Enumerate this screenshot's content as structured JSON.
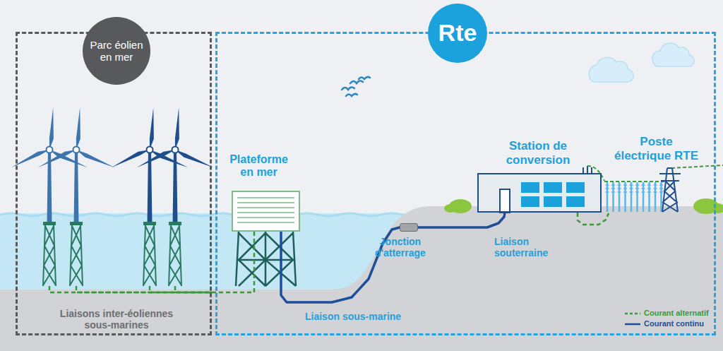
{
  "diagram": {
    "nodes": [
      {
        "text": [
          "Parc éolien en mer"
        ]
      },
      {
        "text": [
          "Rte"
        ]
      },
      {
        "text": [
          "Plateforme en mer"
        ],
        "in": 1
      },
      {
        "text": [
          "Jonction d'atterrage"
        ],
        "in": 1
      },
      {
        "text": [
          "Station de conversion"
        ],
        "in": 1
      },
      {
        "text": [
          "Poste électrique RTE"
        ],
        "in": 1
      }
    ],
    "edges": [
      {
        "from": 0,
        "to": 2,
        "arrow": "none"
      },
      {
        "from": 2,
        "to": 3,
        "label": "Liaison sous-marine",
        "arrow": "none"
      },
      {
        "from": 3,
        "to": 4,
        "label": "Liaison souterraine",
        "arrow": "none"
      },
      {
        "from": 4,
        "to": 5,
        "arrow": "none"
      }
    ],
    "labels": [
      "Liaisons inter-éoliennes sous-marines"
    ],
    "legend": [
      {
        "text": "Courant alternatif"
      },
      {
        "text": "Courant continu"
      }
    ]
  }
}
